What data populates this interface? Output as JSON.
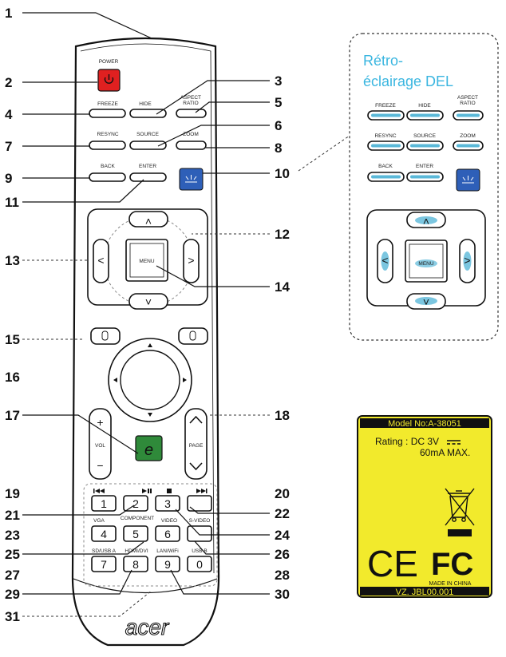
{
  "callouts": [
    "1",
    "2",
    "3",
    "4",
    "5",
    "6",
    "7",
    "8",
    "9",
    "10",
    "11",
    "12",
    "13",
    "14",
    "15",
    "16",
    "17",
    "18",
    "19",
    "20",
    "21",
    "22",
    "23",
    "24",
    "25",
    "26",
    "27",
    "28",
    "29",
    "30",
    "31"
  ],
  "remote": {
    "power_label": "POWER",
    "freeze_label": "FREEZE",
    "hide_label": "HIDE",
    "aspect_ratio_label_1": "ASPECT",
    "aspect_ratio_label_2": "RATIO",
    "resync_label": "RESYNC",
    "source_label": "SOURCE",
    "zoom_label": "ZOOM",
    "back_label": "BACK",
    "enter_label": "ENTER",
    "menu_label": "MENU",
    "vol_label": "VOL",
    "page_label": "PAGE",
    "e_key_label": "e",
    "source_labels": {
      "vga": "VGA",
      "component": "COMPONENT",
      "video": "VIDEO",
      "s_video": "S-VIDEO",
      "sd_usb": "SD/USB A",
      "hdmi_dvi": "HDMI/DVI",
      "lan_wifi": "LAN/WiFi",
      "usb_b": "USB B"
    },
    "number_keys": [
      "1",
      "2",
      "3",
      "4",
      "5",
      "6",
      "7",
      "8",
      "9",
      "0"
    ],
    "brand": "acer"
  },
  "backlight": {
    "title_line1": "Rétro-",
    "title_line2": "éclairage DEL"
  },
  "label_sticker": {
    "model": "Model No:A-38051",
    "rating_line1": "Rating : DC 3V",
    "rating_line2": "60mA MAX.",
    "ce_mark": "CE",
    "fc_mark": "FC",
    "made_in": "MADE IN CHINA",
    "part_no": "VZ. JBL00.001"
  },
  "colors": {
    "power_red": "#e02020",
    "laser_blue": "#2e5fb8",
    "e_key_green": "#2f8a3a",
    "backlight_cyan": "#5ab8d8",
    "sticker_yellow": "#f2ea2c"
  }
}
